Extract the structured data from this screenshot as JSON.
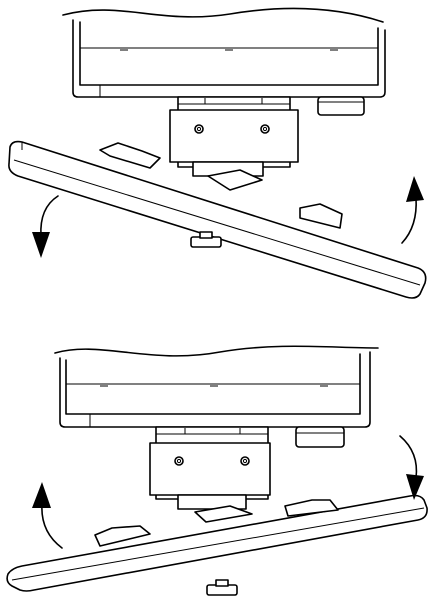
{
  "figure": {
    "panels": [
      {
        "id": "top",
        "tilt": "counter-clockwise",
        "arrows": [
          "down-left",
          "up-right"
        ]
      },
      {
        "id": "bottom",
        "tilt": "clockwise",
        "arrows": [
          "up-left",
          "down-right"
        ]
      }
    ],
    "icons": [
      "curved-arrow-icon",
      "screw-icon",
      "mount-bracket",
      "mounting-plate"
    ],
    "colors": {
      "line": "#000000",
      "fill": "#ffffff"
    }
  }
}
